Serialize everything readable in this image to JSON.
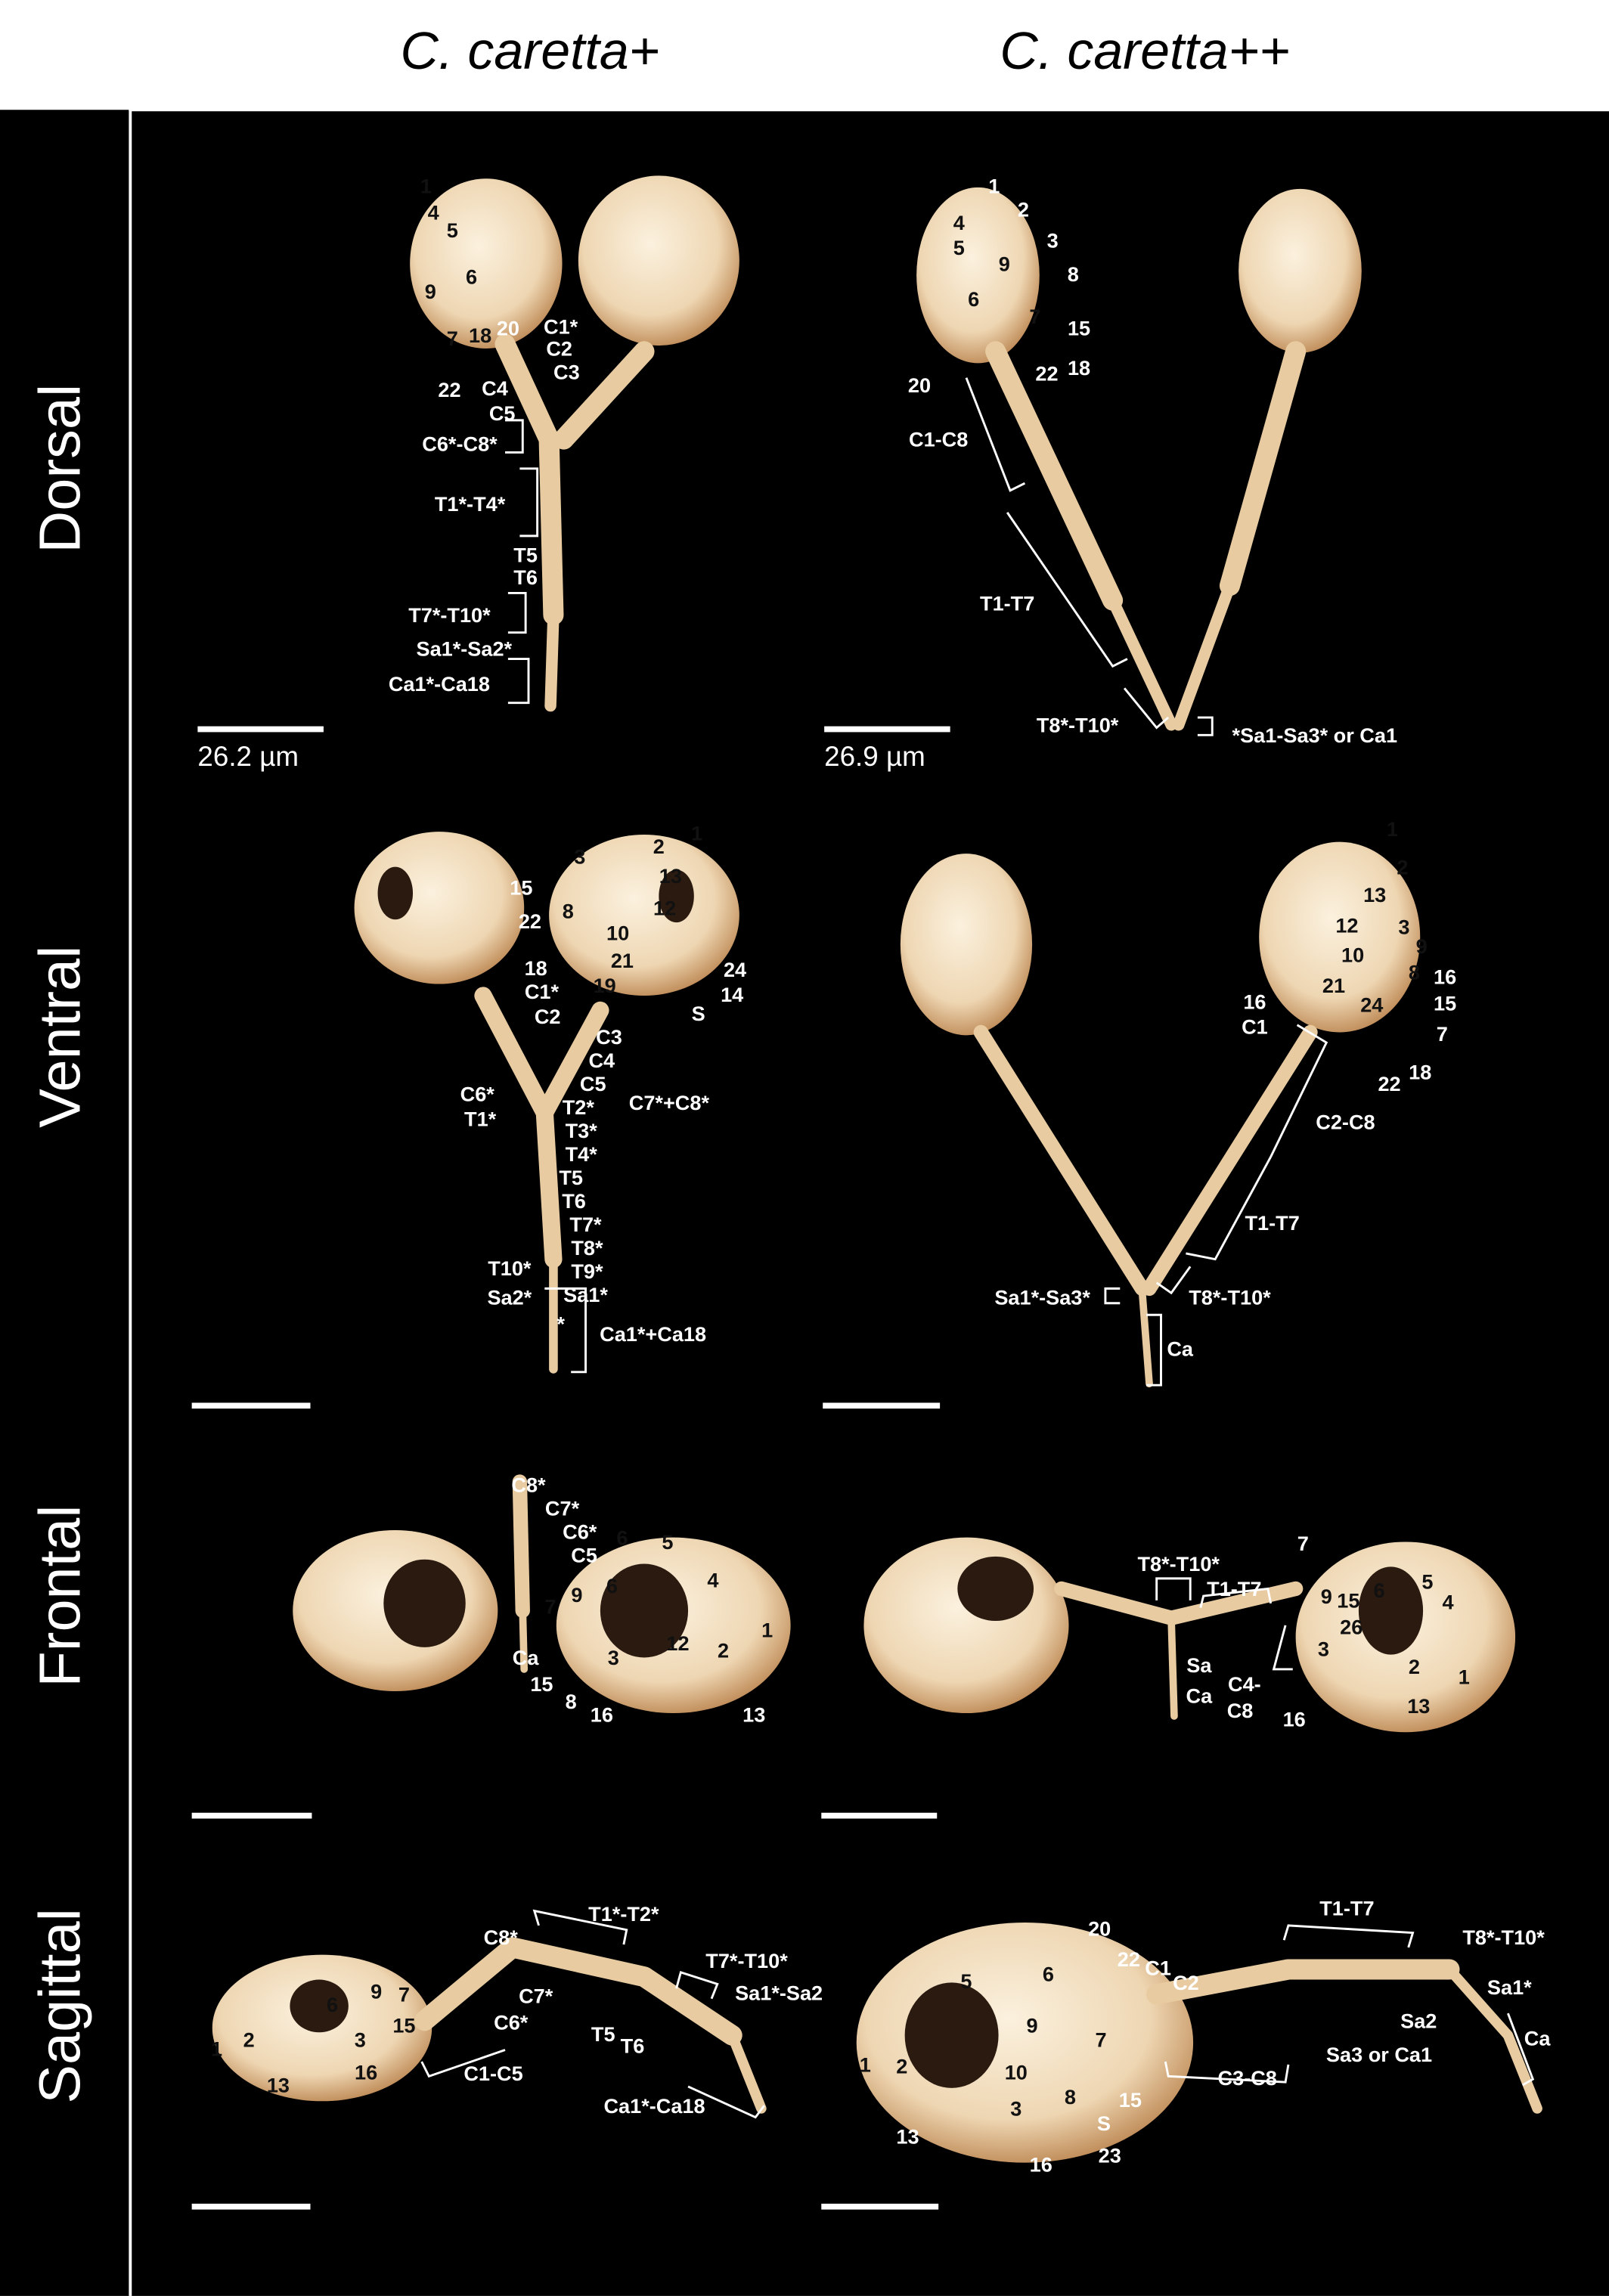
{
  "columns": [
    "C. caretta+",
    "C. caretta++"
  ],
  "rows": [
    "Dorsal",
    "Ventral",
    "Frontal",
    "Sagittal"
  ],
  "scale_bars": [
    "26.2  µm",
    "26.9  µm"
  ],
  "colors": {
    "background": "#000000",
    "bone": "#f0dcbc",
    "bone_shadow": "#b8804a",
    "label_outside": "#ffffff",
    "label_on_bone": "#111111"
  },
  "panels": {
    "dorsal_left": [
      "1",
      "4",
      "5",
      "6",
      "9",
      "7",
      "18",
      "20",
      "C1*",
      "C2",
      "C3",
      "22",
      "C4",
      "C5",
      "C6*-C8*",
      "T1*-T4*",
      "T5",
      "T6",
      "T7*-T10*",
      "Sa1*-Sa2*",
      "Ca1*-Ca18"
    ],
    "dorsal_right": [
      "1",
      "2",
      "4",
      "3",
      "5",
      "9",
      "8",
      "6",
      "7",
      "15",
      "22",
      "18",
      "20",
      "C1-C8",
      "T1-T7",
      "T8*-T10*",
      "*Sa1-Sa3* or Ca1"
    ],
    "ventral_left": [
      "3",
      "2",
      "1",
      "15",
      "8",
      "13",
      "12",
      "22",
      "10",
      "21",
      "18",
      "24",
      "C1*",
      "19",
      "14",
      "C2",
      "S",
      "C3",
      "C4",
      "C5",
      "C6*",
      "C7*+C8*",
      "T2*",
      "T1*",
      "T3*",
      "T4*",
      "T5",
      "T6",
      "T7*",
      "T8*",
      "T9*",
      "T10*",
      "Sa1*",
      "Sa2*",
      "*",
      "Ca1*+Ca18"
    ],
    "ventral_right": [
      "1",
      "2",
      "13",
      "12",
      "3",
      "9",
      "10",
      "8",
      "16",
      "21",
      "24",
      "15",
      "16",
      "C1",
      "7",
      "22",
      "18",
      "C2-C8",
      "T1-T7",
      "T8*-T10*",
      "Sa1*-Sa3*",
      "Ca"
    ],
    "frontal_left": [
      "C8*",
      "C7*",
      "C6*",
      "C5",
      "6",
      "5",
      "4",
      "9",
      "6",
      "7",
      "1",
      "12",
      "2",
      "Ca",
      "3",
      "15",
      "8",
      "16",
      "13"
    ],
    "frontal_right": [
      "T8*-T10*",
      "T1-T7",
      "7",
      "9",
      "15",
      "5",
      "4",
      "6",
      "26",
      "3",
      "Sa",
      "2",
      "1",
      "C4-",
      "Ca",
      "13",
      "C8",
      "16"
    ],
    "sagittal_left": [
      "T1*-T2*",
      "C8*",
      "T7*-T10*",
      "7",
      "9",
      "6",
      "Sa1*-Sa2",
      "C7*",
      "C6*",
      "T5",
      "T6",
      "1",
      "2",
      "3",
      "15",
      "16",
      "C1-C5",
      "13",
      "Ca1*-Ca18"
    ],
    "sagittal_right": [
      "T1-T7",
      "T8*-T10*",
      "20",
      "22",
      "C1",
      "C2",
      "5",
      "6",
      "Sa1*",
      "9",
      "Sa2",
      "Ca",
      "7",
      "Sa3 or Ca1",
      "1",
      "2",
      "10",
      "C3-C8",
      "8",
      "15",
      "3",
      "S",
      "13",
      "23",
      "16"
    ]
  }
}
